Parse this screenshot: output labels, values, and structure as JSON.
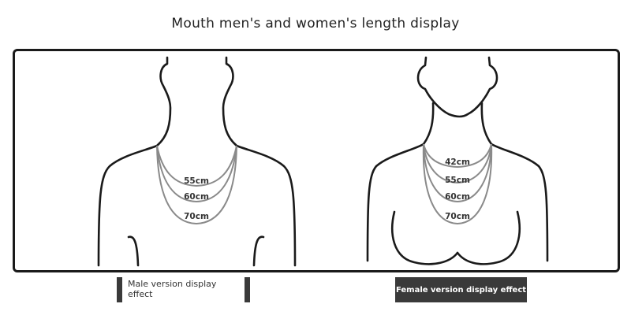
{
  "title": "Mouth men's and women's length display",
  "male": {
    "chain_labels": [
      "55cm",
      "60cm",
      "70cm"
    ],
    "caption": "Male version display effect"
  },
  "female": {
    "chain_labels": [
      "42cm",
      "55cm",
      "60cm",
      "70cm"
    ],
    "caption": "Female version display effect"
  },
  "colors": {
    "outline": "#1a1a1a",
    "chain": "#8a8a8a",
    "caption_bg": "#3a3a3a"
  }
}
